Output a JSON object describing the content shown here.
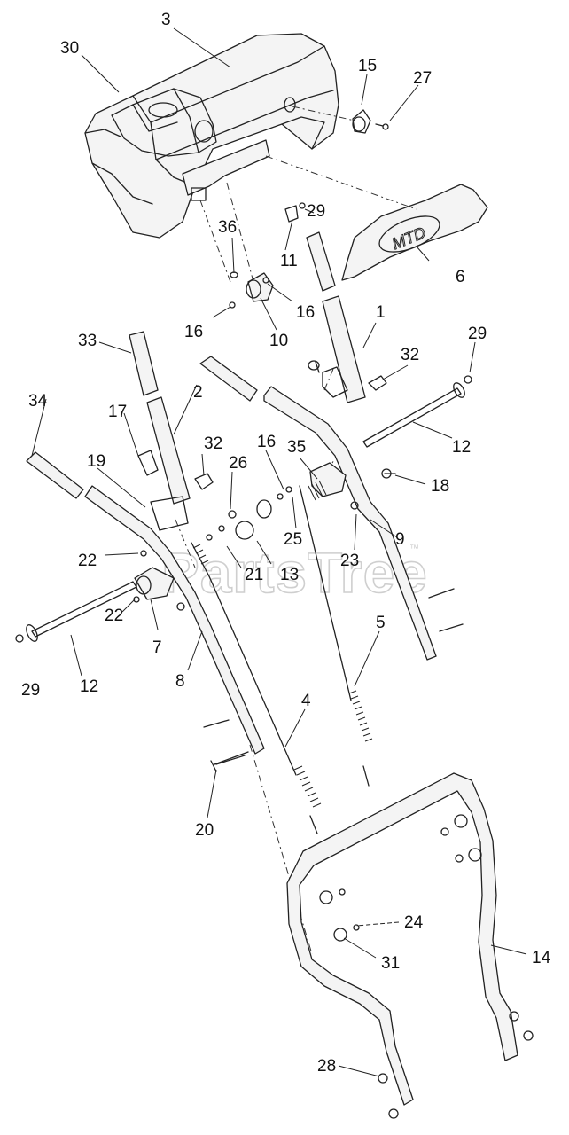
{
  "watermark": {
    "text": "PartsTree",
    "tm": "™"
  },
  "decal_logo": "MTD",
  "callouts": {
    "c1": "1",
    "c2": "2",
    "c3": "3",
    "c4": "4",
    "c5": "5",
    "c6": "6",
    "c7": "7",
    "c8": "8",
    "c9": "9",
    "c10": "10",
    "c11": "11",
    "c12a": "12",
    "c12b": "12",
    "c13": "13",
    "c14": "14",
    "c15": "15",
    "c16a": "16",
    "c16b": "16",
    "c16c": "16",
    "c17": "17",
    "c18": "18",
    "c19": "19",
    "c20": "20",
    "c21": "21",
    "c22a": "22",
    "c22b": "22",
    "c23": "23",
    "c24": "24",
    "c25": "25",
    "c26": "26",
    "c27": "27",
    "c28": "28",
    "c29a": "29",
    "c29b": "29",
    "c29c": "29",
    "c30": "30",
    "c31": "31",
    "c32a": "32",
    "c32b": "32",
    "c33": "33",
    "c34": "34",
    "c35": "35",
    "c36": "36"
  }
}
